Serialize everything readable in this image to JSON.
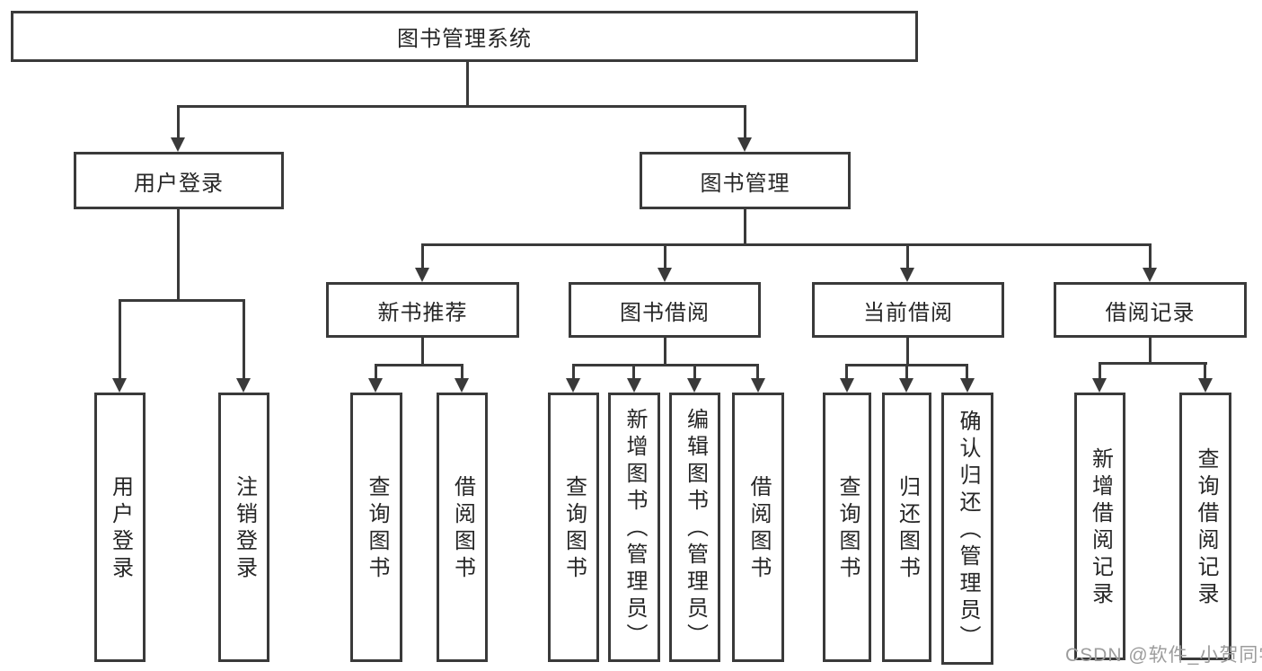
{
  "diagram": {
    "title_node": "图书管理系统",
    "level2": {
      "user_login": "用户登录",
      "book_mgmt": "图书管理"
    },
    "level3": {
      "new_book": "新书推荐",
      "book_borrow": "图书借阅",
      "current_borrow": "当前借阅",
      "borrow_records": "借阅记录"
    },
    "leaves": {
      "user_login": "用户登录",
      "logout": "注销登录",
      "nb_query": "查询图书",
      "nb_borrow": "借阅图书",
      "bb_query": "查询图书",
      "bb_add": "新增图书（管理员）",
      "bb_edit": "编辑图书（管理员）",
      "bb_borrow": "借阅图书",
      "cb_query": "查询图书",
      "cb_return": "归还图书",
      "cb_confirm": "确认归还（管理员）",
      "br_add": "新增借阅记录",
      "br_query": "查询借阅记录"
    }
  },
  "watermark": "CSDN @软件_小贺同学",
  "colors": {
    "line": "#3a3a3a",
    "text": "#262626",
    "watermark": "#9c9c9c",
    "background": "#ffffff"
  }
}
